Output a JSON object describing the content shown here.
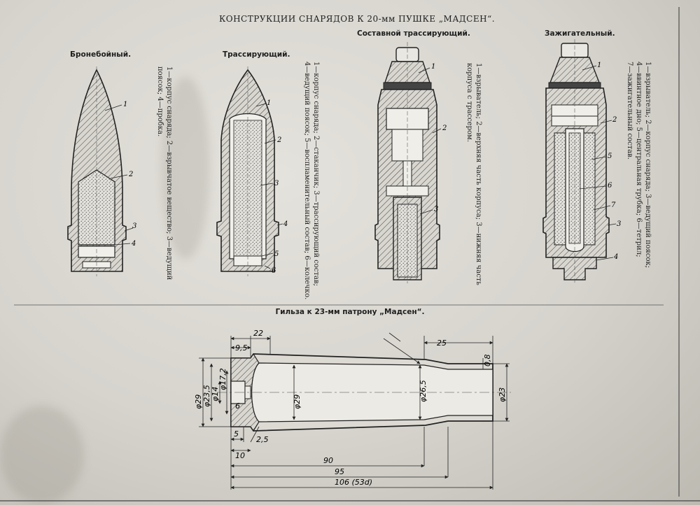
{
  "page_title": "КОНСТРУКЦИИ СНАРЯДОВ К 20-мм ПУШКЕ „МАДСЕН“.",
  "figures": {
    "ap": {
      "title": "Бронебойный.",
      "legend": [
        "1—корпус снаряда; 2—взрывчатое вещество; 3—ведущий",
        "поясок; 4—пробка."
      ]
    },
    "tracer": {
      "title": "Трассирующий.",
      "legend": [
        "1—корпус снаряда; 2—стаканчик; 3—трассирующий состав;",
        "4—ведущий поясок; 5—воспламенительный состав; 6—колечко."
      ]
    },
    "composite": {
      "title": "Составной трассирующий.",
      "legend": [
        "1—взрыватель; 2—верхняя часть корпуса; 3—нижняя часть",
        "корпуса с трассером."
      ]
    },
    "incendiary": {
      "title": "Зажигательный.",
      "legend": [
        "1—взрыватель; 2—корпус снаряда; 3—ведущий поясок;",
        "4—ввинтное дно; 5—центральная трубка; 6—тетрил;",
        "7—зажигательный состав."
      ]
    }
  },
  "callouts": {
    "c1": "1",
    "c2": "2",
    "c3": "3",
    "c4": "4",
    "c5": "5",
    "c6": "6",
    "c7": "7"
  },
  "casing": {
    "title": "Гильза к 23-мм патрону „Мадсен“.",
    "dims": {
      "d22": "22",
      "d95a": "9,5",
      "d25": "25",
      "d08": "0,8",
      "phi29": "φ29",
      "phi235": "φ23,5",
      "phi14": "φ14",
      "phi172": "φ17,2",
      "phi29b": "φ29",
      "phi265": "φ26,5",
      "phi23": "φ23",
      "d6": "6",
      "d5": "5",
      "d25b": "2,5",
      "d10": "10",
      "d90": "90",
      "d95": "95",
      "d106": "106 (53d)"
    }
  }
}
